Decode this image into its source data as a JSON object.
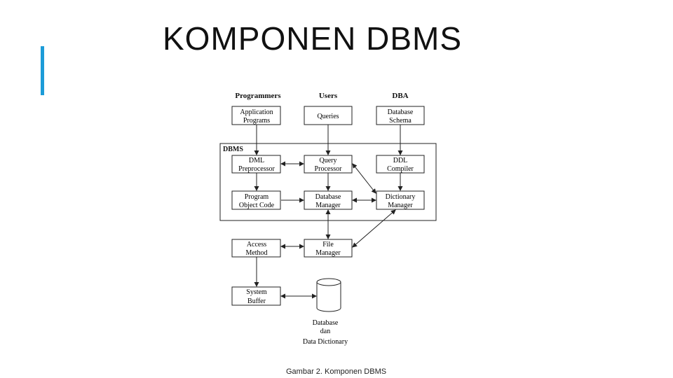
{
  "slide": {
    "title": "KOMPONEN DBMS"
  },
  "diagram": {
    "actors": {
      "programmers": "Programmers",
      "users": "Users",
      "dba": "DBA"
    },
    "container_label": "DBMS",
    "boxes": {
      "application_programs": [
        "Application",
        "Programs"
      ],
      "queries": [
        "Queries"
      ],
      "database_schema": [
        "Database",
        "Schema"
      ],
      "dml_preprocessor": [
        "DML",
        "Preprocessor"
      ],
      "query_processor": [
        "Query",
        "Processor"
      ],
      "ddl_compiler": [
        "DDL",
        "Compiler"
      ],
      "program_object_code": [
        "Program",
        "Object Code"
      ],
      "database_manager": [
        "Database",
        "Manager"
      ],
      "dictionary_manager": [
        "Dictionary",
        "Manager"
      ],
      "access_method": [
        "Access",
        "Method"
      ],
      "file_manager": [
        "File",
        "Manager"
      ],
      "system_buffer": [
        "System",
        "Buffer"
      ]
    },
    "storage_label": [
      "Database",
      "dan",
      "Data Dictionary"
    ],
    "caption": "Gambar 2. Komponen DBMS"
  },
  "colors": {
    "accent": "#1c9cd8",
    "line": "#222222"
  }
}
